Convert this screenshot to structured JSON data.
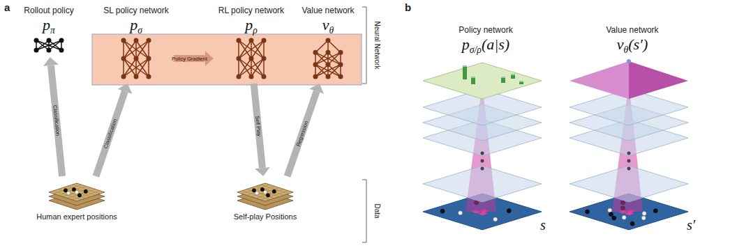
{
  "diagram": {
    "nodes": [
      {
        "text": [
          "Rollout policy",
          "pπ"
        ]
      },
      {
        "text": [
          "SL policy network",
          "pσ"
        ]
      },
      {
        "text": [
          "RL policy network",
          "pρ"
        ]
      },
      {
        "text": [
          "Value network",
          "vθ"
        ]
      },
      {
        "text": [
          "Human expert positions"
        ]
      },
      {
        "text": [
          "Self-play Positions"
        ]
      },
      {
        "text": [
          "Policy network",
          "pσ/ρ(a|s)",
          "s"
        ]
      },
      {
        "text": [
          "Value network",
          "vθ(s′)",
          "s′"
        ]
      }
    ],
    "edges": [
      {
        "from": 4,
        "to": 0,
        "arrow": "to",
        "label": "Classification"
      },
      {
        "from": 4,
        "to": 1,
        "arrow": "to",
        "label": "Classification"
      },
      {
        "from": 1,
        "to": 2,
        "arrow": "to",
        "label": "Policy Gradient"
      },
      {
        "from": 2,
        "to": 5,
        "arrow": "to",
        "label": "Self Play"
      },
      {
        "from": 5,
        "to": 3,
        "arrow": "to",
        "label": "Regression"
      }
    ],
    "labels": [
      "a",
      "b",
      "Neural Network",
      "Data"
    ]
  }
}
